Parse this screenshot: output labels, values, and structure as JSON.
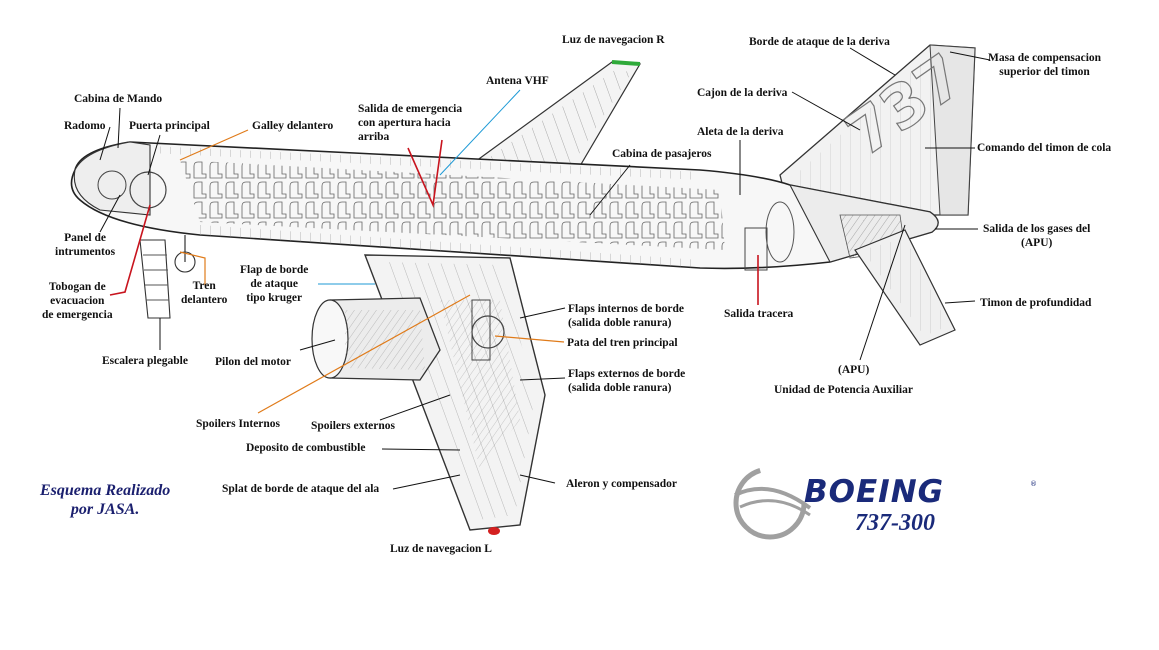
{
  "labels": {
    "luz_nav_r": "Luz de navegacion R",
    "borde_ataque_deriva": "Borde de ataque de la deriva",
    "masa_compensacion": "Masa de compensacion\nsuperior del timon",
    "antena_vhf": "Antena VHF",
    "cajon_deriva": "Cajon de la deriva",
    "cabina_mando": "Cabina de Mando",
    "salida_emergencia": "Salida de emergencia\ncon apertura  hacia\narriba",
    "radomo": "Radomo",
    "puerta_principal": "Puerta principal",
    "galley": "Galley delantero",
    "aleta_deriva": "Aleta de la deriva",
    "comando_timon": "Comando del timon de cola",
    "cabina_pasajeros": "Cabina de pasajeros",
    "panel_instrumentos": "Panel de\nintrumentos",
    "salida_gases": "Salida de los gases  del\n(APU)",
    "flap_kruger": "Flap de borde\nde ataque\ntipo kruger",
    "tren_delantero": "Tren\ndelantero",
    "tobogan": "Tobogan de\nevacuacion\nde emergencia",
    "timon_profundidad": "Timon de profundidad",
    "flaps_internos": "Flaps internos de borde\n(salida doble ranura)",
    "salida_tracera": "Salida tracera",
    "pata_tren": "Pata del tren principal",
    "escalera": "Escalera plegable",
    "pilon": "Pilon del motor",
    "apu": "(APU)",
    "flaps_externos": "Flaps externos de borde\n(salida doble ranura)",
    "unidad_potencia": "Unidad de Potencia Auxiliar",
    "spoilers_internos": "Spoilers Internos",
    "spoilers_externos": "Spoilers externos",
    "deposito": "Deposito de combustible",
    "aleron": "Aleron y compensador",
    "splat": "Splat de borde de ataque del ala",
    "luz_nav_l": "Luz de navegacion L"
  },
  "credit": "Esquema Realizado\npor JASA.",
  "logo": {
    "brand": "BOEING",
    "model": "737-300",
    "reg": "®"
  },
  "colors": {
    "leader_black": "#111111",
    "leader_blue": "#1e9ad6",
    "leader_orange": "#e07b1a",
    "leader_red": "#c8141e",
    "nav_light_green": "#2faa3a",
    "nav_light_red": "#d42020",
    "brand_blue": "#1a2a7a",
    "logo_grey": "#a0a0a0"
  },
  "icons": [
    "boeing-symbol-icon"
  ]
}
